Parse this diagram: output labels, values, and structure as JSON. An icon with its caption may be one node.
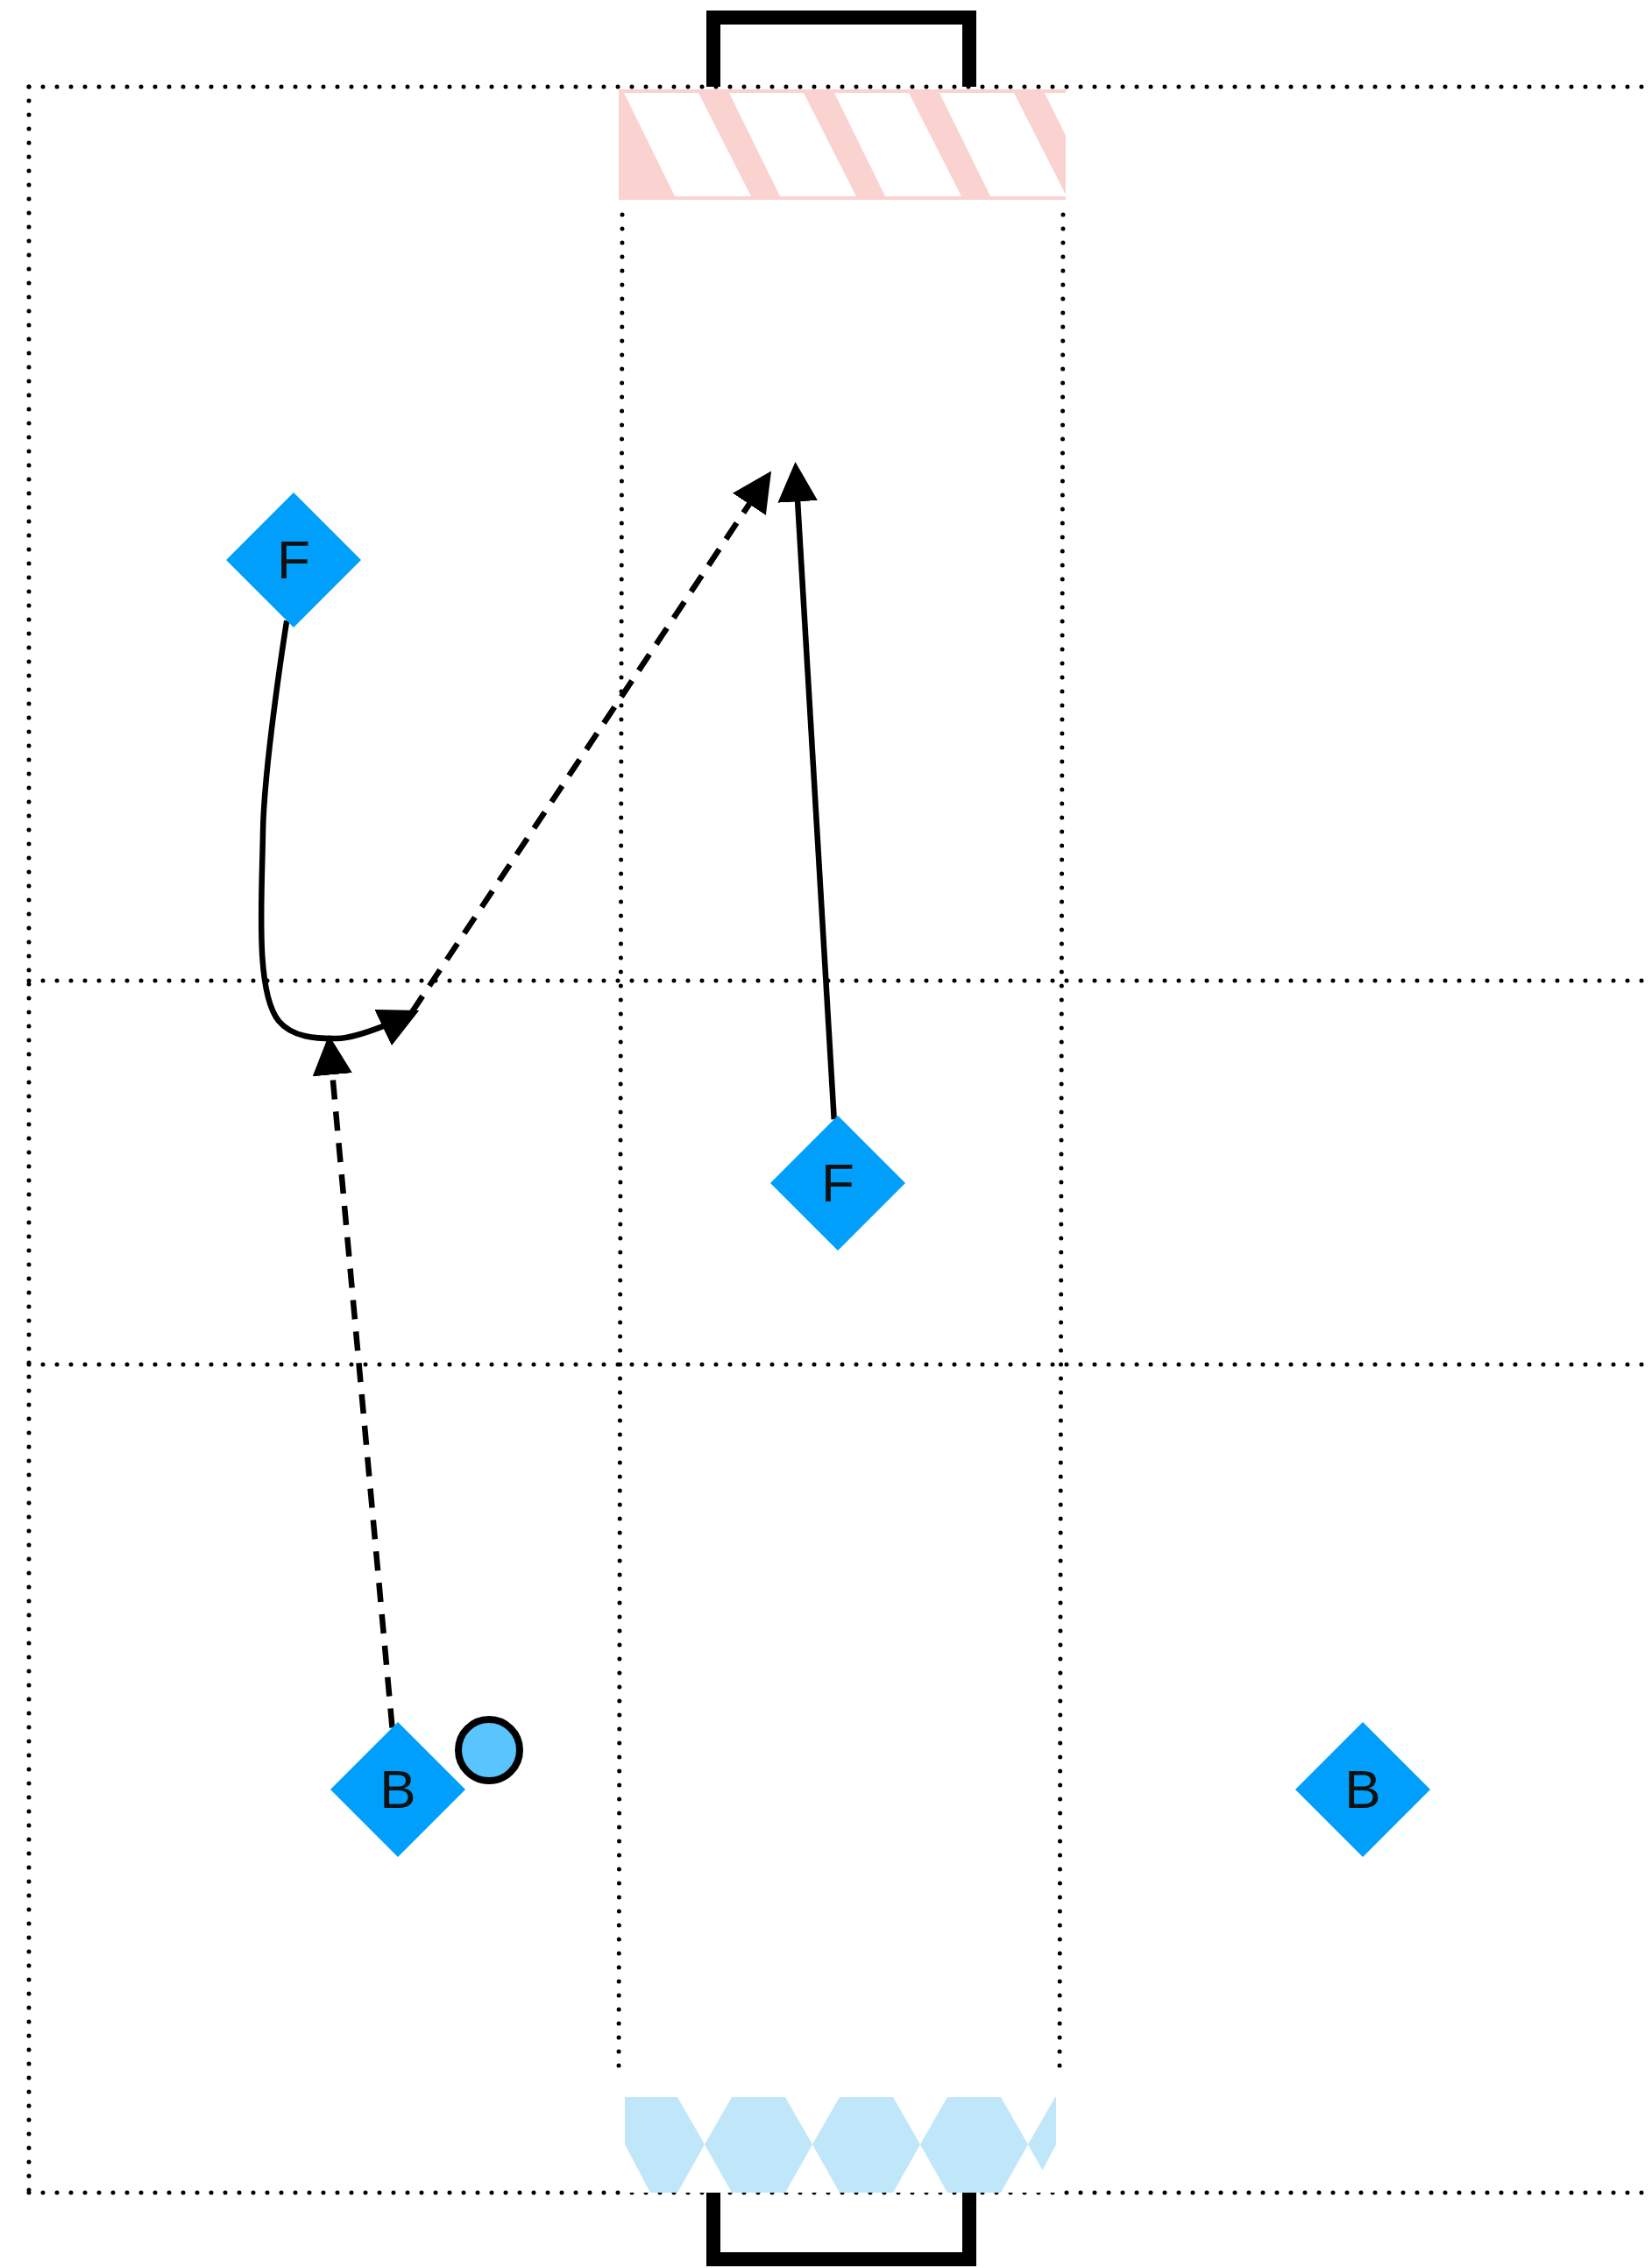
{
  "diagram": {
    "nodes": [
      {
        "text": [
          "F"
        ]
      },
      {
        "text": [
          "F"
        ]
      },
      {
        "text": [
          "B"
        ]
      },
      {
        "text": [],
        "shape": "circle"
      },
      {
        "text": [
          "B"
        ]
      }
    ],
    "edges": [
      {
        "from": 0,
        "to": null,
        "arrow": "to"
      },
      {
        "from": 1,
        "to": null,
        "arrow": "to"
      },
      {
        "from": 2,
        "to": null,
        "arrow": "to",
        "style": "dashed"
      }
    ]
  }
}
